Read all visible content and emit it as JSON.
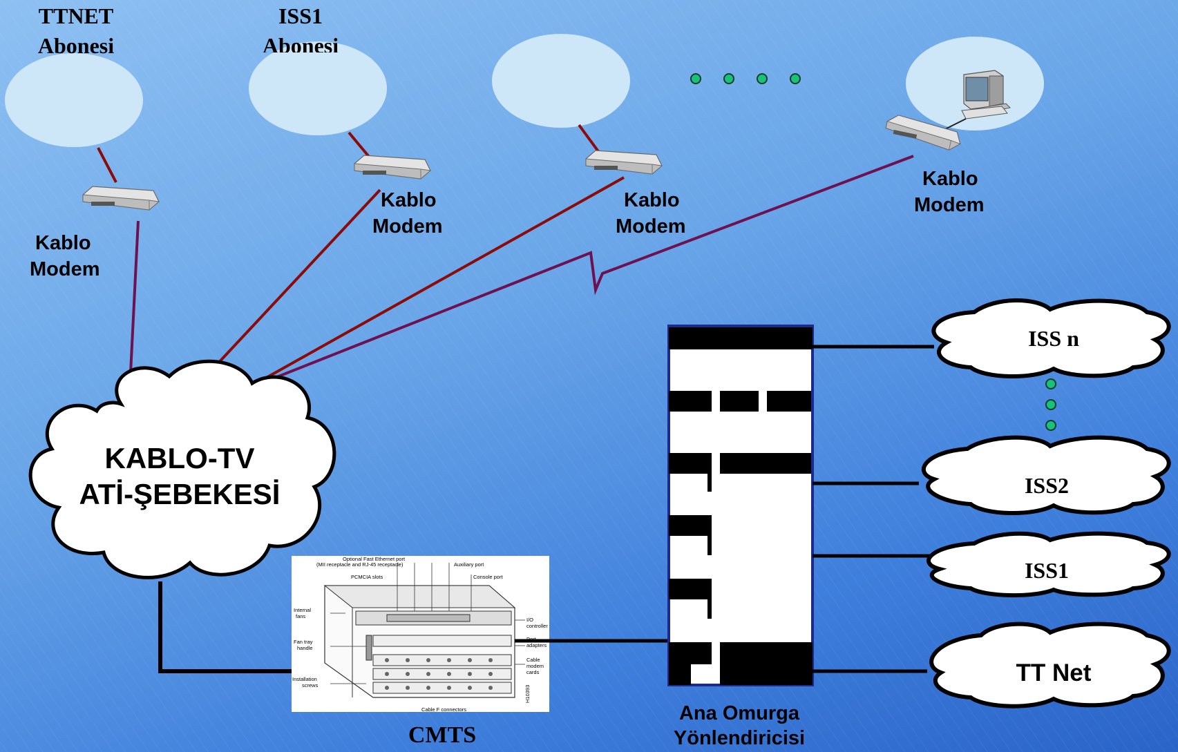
{
  "subscribers": {
    "ttnet_label": "TTNET\nAbonesi",
    "iss1_label": "ISS1\nAbonesi"
  },
  "modems": {
    "m1": "Kablo\nModem",
    "m2": "Kablo\nModem",
    "m3": "Kablo\nModem",
    "m4": "Kablo\nModem"
  },
  "network": {
    "cable_tv": "KABLO-TV\nATİ-ŞEBEKESİ"
  },
  "cmts": {
    "label": "CMTS",
    "callouts": {
      "eth": "Optional Fast Ethernet port\n(MII receptacle and RJ-45 receptacle)",
      "pcmcia": "PCMCIA slots",
      "aux": "Auxiliary port",
      "console": "Console port",
      "fans": "Internal\nfans",
      "fantray": "Fan tray\nhandle",
      "screws": "Installation\nscrews",
      "io": "I/O\ncontroller",
      "adapters": "Port\nadapters",
      "cards": "Cable\nmodem\ncards",
      "fconn": "Cable F connectors",
      "partno": "H10393"
    }
  },
  "router": {
    "label": "Ana Omurga\nYönlendiricisi"
  },
  "providers": {
    "issn": "ISS n",
    "iss2": "ISS2",
    "iss1": "ISS1",
    "ttnet": "TT Net"
  },
  "colors": {
    "link_red": "#8b0a0a",
    "link_purple": "#6d1150",
    "cloud_fill": "#ffffff",
    "ellipse_fill": "#cde6f8",
    "dot_fill": "#19c27a"
  },
  "icons": [
    "cable-modem-icon",
    "computer-icon",
    "cloud-icon",
    "router-rack-icon"
  ]
}
